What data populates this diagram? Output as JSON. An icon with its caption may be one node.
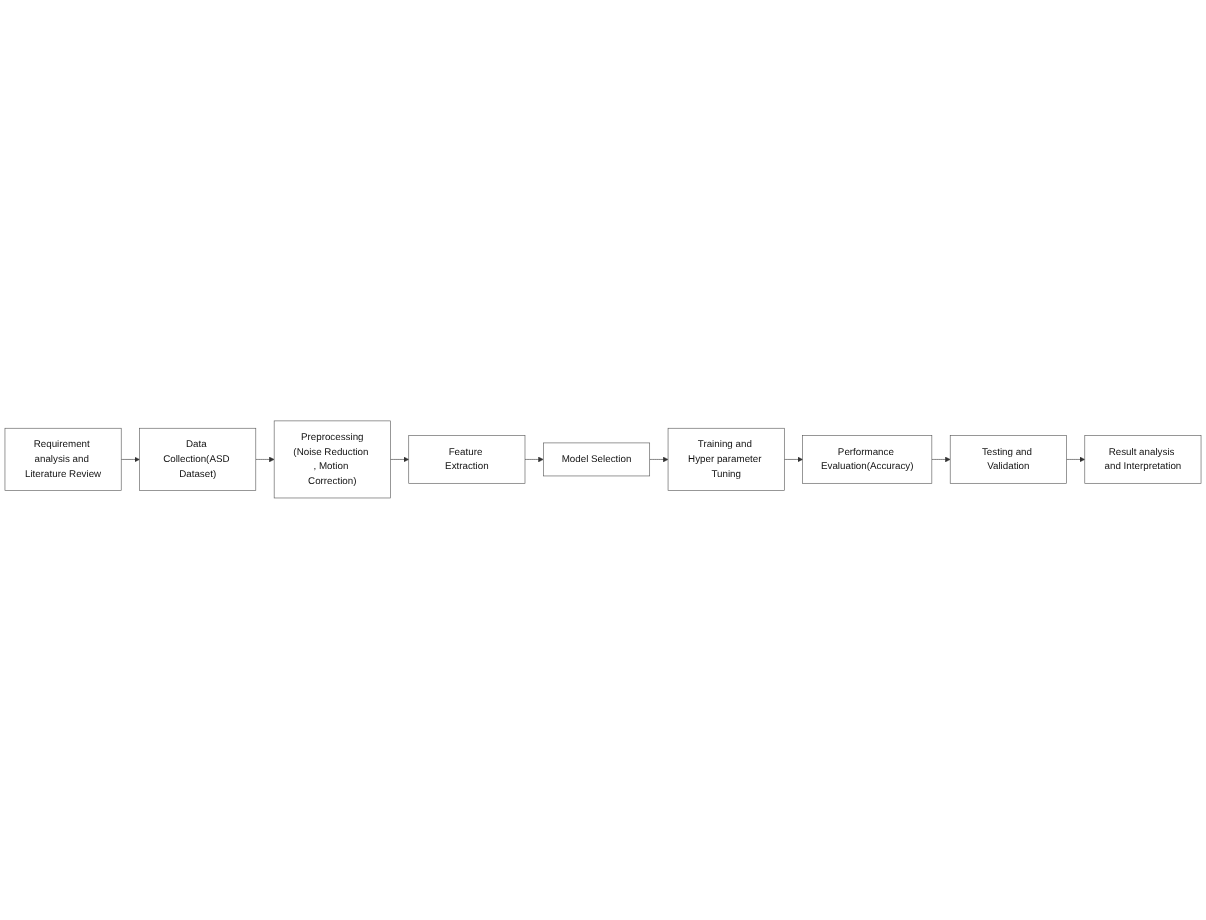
{
  "diagram": {
    "nodes": [
      {
        "text": [
          "Requirement analysis and Literature Review"
        ]
      },
      {
        "text": [
          "Data Collection(ASD Dataset)"
        ]
      },
      {
        "text": [
          "Preprocessing",
          "(Noise Reduction , Motion Correction)"
        ]
      },
      {
        "text": [
          "Feature Extraction"
        ]
      },
      {
        "text": [
          "Model Selection"
        ]
      },
      {
        "text": [
          "Training and Hyper parameter Tuning"
        ]
      },
      {
        "text": [
          "Performance Evaluation(Accuracy)"
        ]
      },
      {
        "text": [
          "Testing and Validation"
        ]
      },
      {
        "text": [
          "Result analysis and Interpretation"
        ]
      }
    ],
    "edges": [
      {
        "from": 0,
        "to": 1,
        "arrow": "to"
      },
      {
        "from": 1,
        "to": 2,
        "arrow": "to"
      },
      {
        "from": 2,
        "to": 3,
        "arrow": "to"
      },
      {
        "from": 3,
        "to": 4,
        "arrow": "to"
      },
      {
        "from": 4,
        "to": 5,
        "arrow": "to"
      },
      {
        "from": 5,
        "to": 6,
        "arrow": "to"
      },
      {
        "from": 6,
        "to": 7,
        "arrow": "to"
      },
      {
        "from": 7,
        "to": 8,
        "arrow": "to"
      }
    ]
  }
}
